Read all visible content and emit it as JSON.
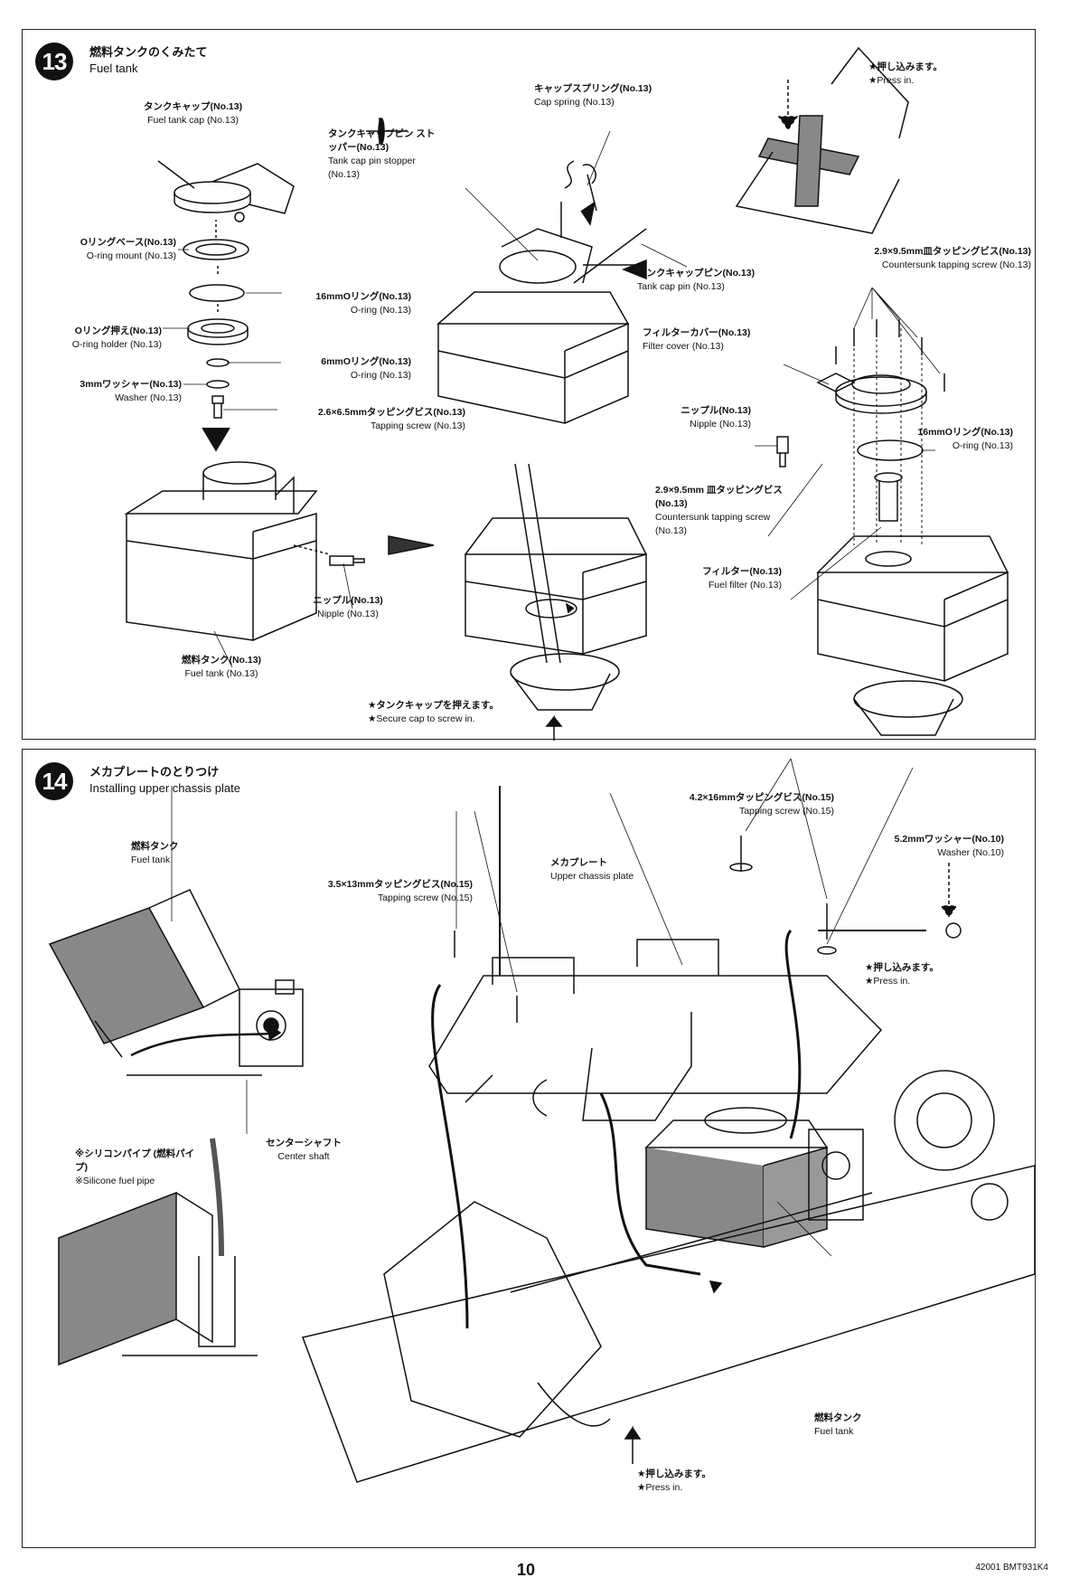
{
  "step13": {
    "number": "13",
    "title_jp": "燃料タンクのくみたて",
    "title_en": "Fuel tank",
    "labels": {
      "tank_cap": {
        "jp": "タンクキャップ(No.13)",
        "en": "Fuel tank cap (No.13)"
      },
      "oring_base": {
        "jp": "Oリングベース(No.13)",
        "en": "O-ring mount (No.13)"
      },
      "oring_16": {
        "jp": "16mmOリング(No.13)",
        "en": "O-ring (No.13)"
      },
      "oring_holder": {
        "jp": "Oリング押え(No.13)",
        "en": "O-ring holder (No.13)"
      },
      "oring_6": {
        "jp": "6mmOリング(No.13)",
        "en": "O-ring (No.13)"
      },
      "washer_3": {
        "jp": "3mmワッシャー(No.13)",
        "en": "Washer (No.13)"
      },
      "tapping_26": {
        "jp": "2.6×6.5mmタッピングビス(No.13)",
        "en": "Tapping screw (No.13)"
      },
      "nipple_left": {
        "jp": "ニップル(No.13)",
        "en": "Nipple (No.13)"
      },
      "fuel_tank": {
        "jp": "燃料タンク(No.13)",
        "en": "Fuel tank (No.13)"
      },
      "cap_pin_stopper": {
        "jp": "タンクキャップピン ストッパー(No.13)",
        "en": "Tank cap pin stopper (No.13)"
      },
      "cap_spring": {
        "jp": "キャップスプリング(No.13)",
        "en": "Cap spring (No.13)"
      },
      "cap_pin": {
        "jp": "タンクキャップピン(No.13)",
        "en": "Tank cap pin (No.13)"
      },
      "secure_cap": {
        "jp": "★タンクキャップを押えます。",
        "en": "★Secure cap to screw in."
      },
      "press_in": {
        "jp": "★押し込みます。",
        "en": "★Press in."
      },
      "countersunk_top": {
        "jp": "2.9×9.5mm皿タッピングビス(No.13)",
        "en": "Countersunk tapping screw (No.13)"
      },
      "filter_cover": {
        "jp": "フィルターカバー(No.13)",
        "en": "Filter cover (No.13)"
      },
      "nipple_right": {
        "jp": "ニップル(No.13)",
        "en": "Nipple (No.13)"
      },
      "oring_16_right": {
        "jp": "16mmOリング(No.13)",
        "en": "O-ring (No.13)"
      },
      "countersunk_mid": {
        "jp": "2.9×9.5mm 皿タッピングビス(No.13)",
        "en": "Countersunk tapping screw (No.13)"
      },
      "filter": {
        "jp": "フィルター(No.13)",
        "en": "Fuel filter (No.13)"
      }
    }
  },
  "step14": {
    "number": "14",
    "title_jp": "メカプレートのとりつけ",
    "title_en": "Installing upper chassis plate",
    "labels": {
      "fuel_tank_left": {
        "jp": "燃料タンク",
        "en": "Fuel tank"
      },
      "center_shaft": {
        "jp": "センターシャフト",
        "en": "Center shaft"
      },
      "silicone_pipe": {
        "jp": "※シリコンパイプ (燃料パイプ)",
        "en": "※Silicone fuel pipe"
      },
      "tapping_35": {
        "jp": "3.5×13mmタッピングビス(No.15)",
        "en": "Tapping screw (No.15)"
      },
      "upper_plate": {
        "jp": "メカプレート",
        "en": "Upper chassis plate"
      },
      "tapping_42": {
        "jp": "4.2×16mmタッピングビス(No.15)",
        "en": "Tapping screw (No.15)"
      },
      "washer_52": {
        "jp": "5.2mmワッシャー(No.10)",
        "en": "Washer (No.10)"
      },
      "press_in_top": {
        "jp": "★押し込みます。",
        "en": "★Press in."
      },
      "fuel_tank_right": {
        "jp": "燃料タンク",
        "en": "Fuel tank"
      },
      "press_in_bottom": {
        "jp": "★押し込みます。",
        "en": "★Press in."
      }
    }
  },
  "footer": {
    "page_number": "10",
    "code": "42001 BMT931K4"
  }
}
